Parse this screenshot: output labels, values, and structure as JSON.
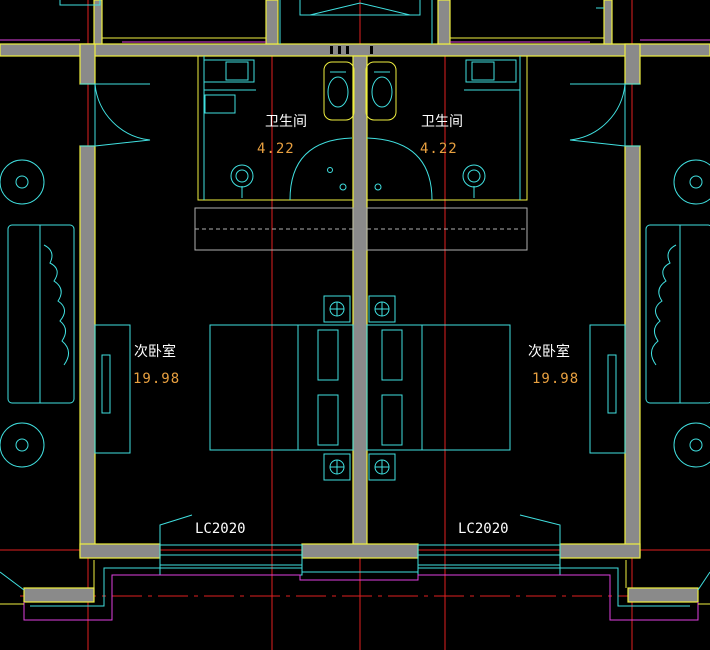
{
  "drawing": {
    "rooms": [
      {
        "id": "bath-left",
        "name": "卫生间",
        "area": "4.22"
      },
      {
        "id": "bath-right",
        "name": "卫生间",
        "area": "4.22"
      },
      {
        "id": "bed-left",
        "name": "次卧室",
        "area": "19.98"
      },
      {
        "id": "bed-right",
        "name": "次卧室",
        "area": "19.98"
      }
    ],
    "windows": [
      {
        "id": "win-left",
        "code": "LC2020"
      },
      {
        "id": "win-right",
        "code": "LC2020"
      }
    ],
    "colors": {
      "background": "#000000",
      "wall": "#f0f040",
      "wall_fill": "#8a8a8a",
      "axis": "#e02020",
      "furniture": "#40e0e0",
      "window": "#e040e0",
      "room_name": "#ffffff",
      "area_text": "#e8a040"
    }
  }
}
